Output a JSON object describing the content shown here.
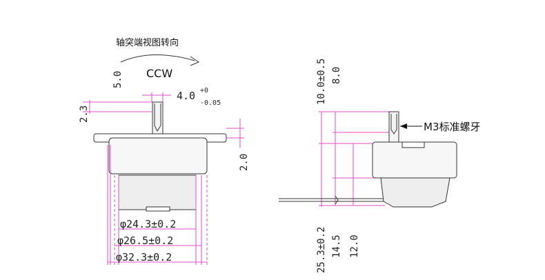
{
  "labels": {
    "view_title": "轴突端视图转向",
    "rotation": "CCW",
    "dim_5_0": "5.0",
    "dim_4_0": "4.0",
    "tol_plus": "+0",
    "tol_minus": "-0.05",
    "dim_2_3": "2.3",
    "dim_2_0": "2.0",
    "dia_24_3": "φ24.3±0.2",
    "dia_26_5": "φ26.5±0.2",
    "dia_32_3": "φ32.3±0.2",
    "dim_10_0": "10.0±0.5",
    "dim_8_0": "8.0",
    "thread_label": "M3标准螺牙",
    "dim_25_3": "25.3±0.2",
    "dim_14_5": "14.5",
    "dim_12_0": "12.0"
  },
  "colors": {
    "dimension": "#e04bc8",
    "outline": "#333333",
    "body_fill": "#eeeeee",
    "gear_fill": "#f7f7f7"
  }
}
